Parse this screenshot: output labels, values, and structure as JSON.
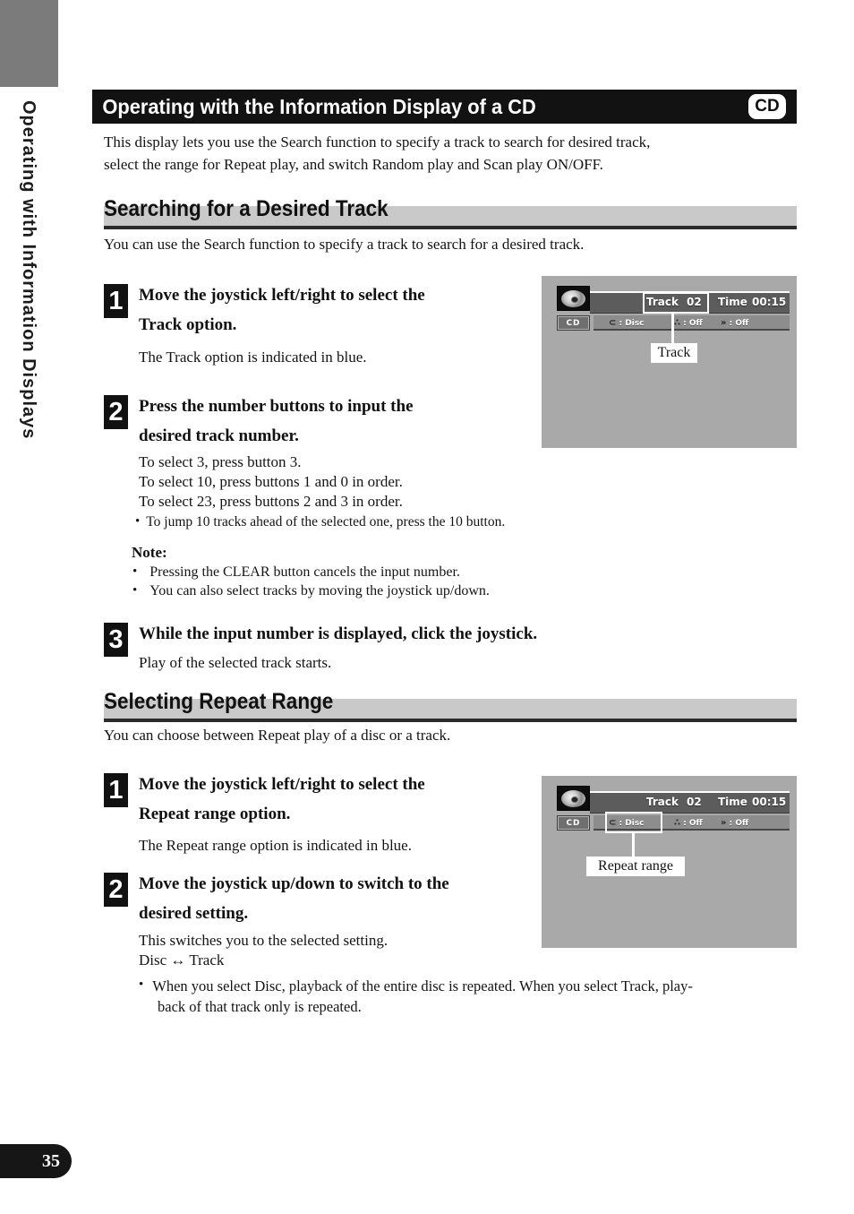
{
  "page": {
    "number": "35"
  },
  "sidebar": {
    "label": "Operating with Information Displays"
  },
  "header": {
    "title": "Operating with the Information Display of a CD",
    "badge": "CD"
  },
  "intro": {
    "line1": "This display lets you use the Search function to specify a track to search for desired track,",
    "line2": "select the range for Repeat play, and switch Random play and Scan play ON/OFF."
  },
  "glyphs": {
    "bullet": "•"
  },
  "search": {
    "heading": "Searching for a Desired Track",
    "lead": "You can use the Search function to specify a track to search for a desired track.",
    "step1": {
      "num": "1",
      "title1": "Move the joystick left/right to select the",
      "title2": "Track option.",
      "body": "The Track option is indicated in blue."
    },
    "step2": {
      "num": "2",
      "title1": "Press the number buttons to input the",
      "title2": "desired track number.",
      "line1": "To select 3, press button 3.",
      "line2": "To select 10, press buttons 1 and 0 in order.",
      "line3": "To select 23, press buttons 2 and 3 in order.",
      "bullet": "To jump 10 tracks ahead of the selected one, press the 10 button."
    },
    "note": {
      "title": "Note:",
      "item1": "Pressing the CLEAR button cancels the input number.",
      "item2": "You can also select tracks by moving the joystick up/down."
    },
    "step3": {
      "num": "3",
      "title1": "While the input number is displayed, click the joystick.",
      "body": "Play of the selected track starts."
    }
  },
  "repeat": {
    "heading": "Selecting Repeat Range",
    "lead": "You can choose between Repeat play of a disc or a track.",
    "step1": {
      "num": "1",
      "title1": "Move the joystick left/right to select the",
      "title2": "Repeat range option.",
      "body": "The Repeat range option is indicated in blue."
    },
    "step2": {
      "num": "2",
      "title1": "Move the joystick up/down to switch to the",
      "title2": "desired setting.",
      "body1": "This switches you to the selected setting.",
      "body2": "Disc ↔ Track",
      "bullet1": "When you select Disc, playback of the entire disc is repeated. When you select Track, play-",
      "bullet2": "back of that track only is repeated."
    }
  },
  "display": {
    "track_label": "Track",
    "track_value": "02",
    "time_label": "Time",
    "time_value": "00:15",
    "source_badge": "CD",
    "repeat_icon": "⊂",
    "repeat_text": ": Disc",
    "random_icon": "∴",
    "random_text": ": Off",
    "scan_icon": "»",
    "scan_text": ": Off",
    "callout1": "Track",
    "callout2": "Repeat range",
    "panel_bg": "#a9a9a9",
    "bar_bg": "#5c5c5c"
  }
}
